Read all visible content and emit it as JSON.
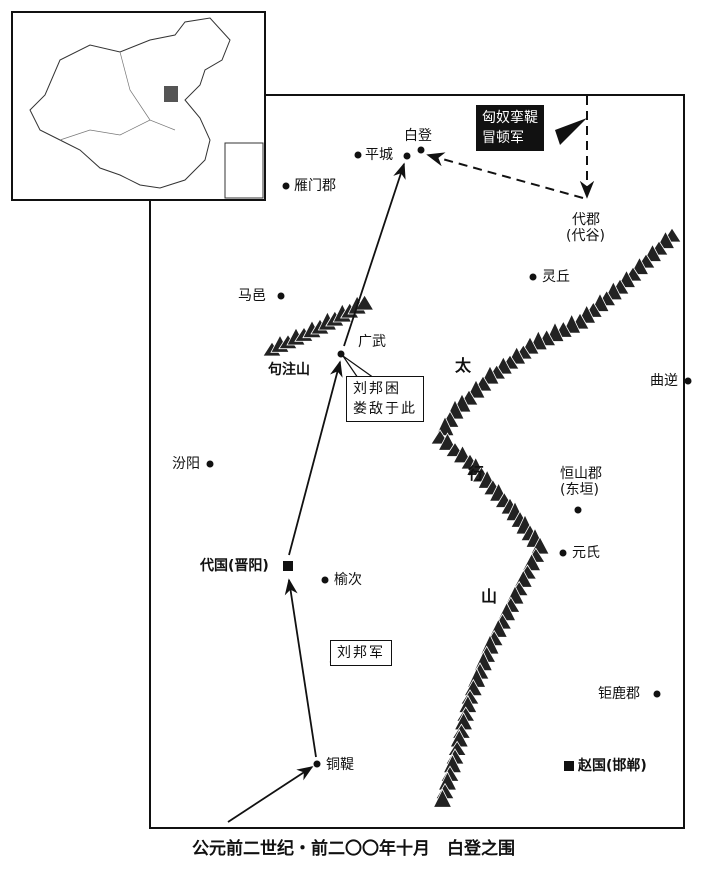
{
  "title": "公元前二世纪・前二〇〇年十月　白登之围",
  "places": {
    "baideng": "白登",
    "pingcheng": "平城",
    "yanmen": "雁门郡",
    "daijun": "代郡",
    "daigu": "(代谷)",
    "lingqiu": "灵丘",
    "mayi": "马邑",
    "guangwu": "广武",
    "gouzhushan": "句注山",
    "quni": "曲逆",
    "fenyang": "汾阳",
    "hengshan": "恒山郡",
    "dongyuan": "(东垣)",
    "yuanshi": "元氏",
    "daiguo": "代国(晋阳)",
    "yuci": "榆次",
    "julu": "钜鹿郡",
    "tongdi": "铜鞮",
    "zhaoguo": "赵国(邯郸)"
  },
  "mountains": {
    "tai": "太",
    "hang": "行",
    "shan": "山"
  },
  "callouts": {
    "trapped_line1": "刘邦困",
    "trapped_line2": "娄敌于此",
    "liubang_army": "刘邦军",
    "xiongnu_line1": "匈奴挛鞮",
    "xiongnu_line2": "冒顿军"
  }
}
